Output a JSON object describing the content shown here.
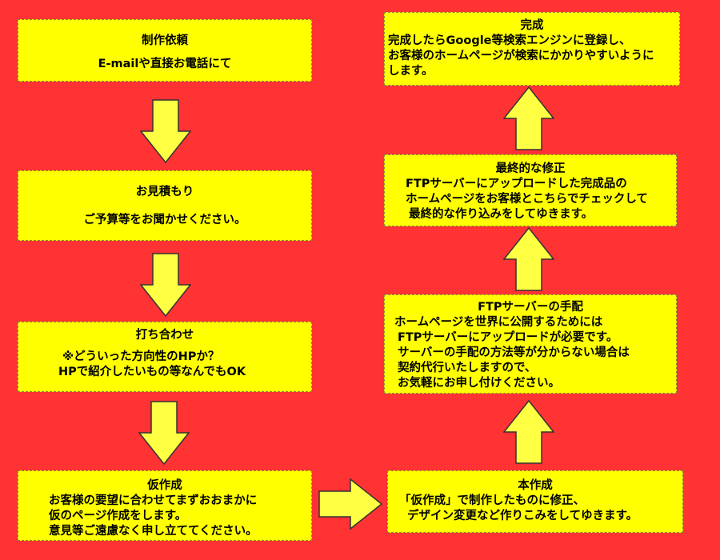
{
  "left_steps": [
    {
      "title": "制作依頼",
      "lines": [
        "E-mailや直接お電話にて"
      ]
    },
    {
      "title": "お見積もり",
      "lines": [
        "ご予算等をお聞かせください。"
      ]
    },
    {
      "title": "打ち合わせ",
      "lines": [
        "※どういった方向性のHPか？",
        "HPで紹介したいもの等なんでもOK"
      ]
    },
    {
      "title": "仮作成",
      "lines": [
        "お客様の要望に合わせてまずおおまかに",
        "仮のページ作成をします。",
        "意見等ご遠慮なく申し立ててください。"
      ]
    }
  ],
  "right_steps": [
    {
      "title": "本作成",
      "lines": [
        "「仮作成」で制作したものに修正、",
        "デザイン変更など作りこみをしてゆきます。"
      ]
    },
    {
      "title": "FTPサーバーの手配",
      "lines": [
        "ホームページを世界に公開するためには",
        "FTPサーバーにアップロードが必要です。",
        "サーバーの手配の方法等が分からない場合は",
        "契約代行いたしますので、",
        "お気軽にお申し付けください。"
      ]
    },
    {
      "title": "最終的な修正",
      "lines": [
        "FTPサーバーにアップロードした完成品の",
        "ホームページをお客様とこちらでチェックして",
        "最終的な作り込みをしてゆきます。"
      ]
    },
    {
      "title": "完成",
      "lines": [
        "完成したらGoogle等検索エンジンに登録し、",
        "お客様のホームページが検索にかかりやすいように",
        "します。"
      ]
    }
  ],
  "colors": {
    "background": "#ff3333",
    "box": "#ffff00",
    "arrow_fill": "#ffff44",
    "arrow_stroke": "#333333"
  }
}
